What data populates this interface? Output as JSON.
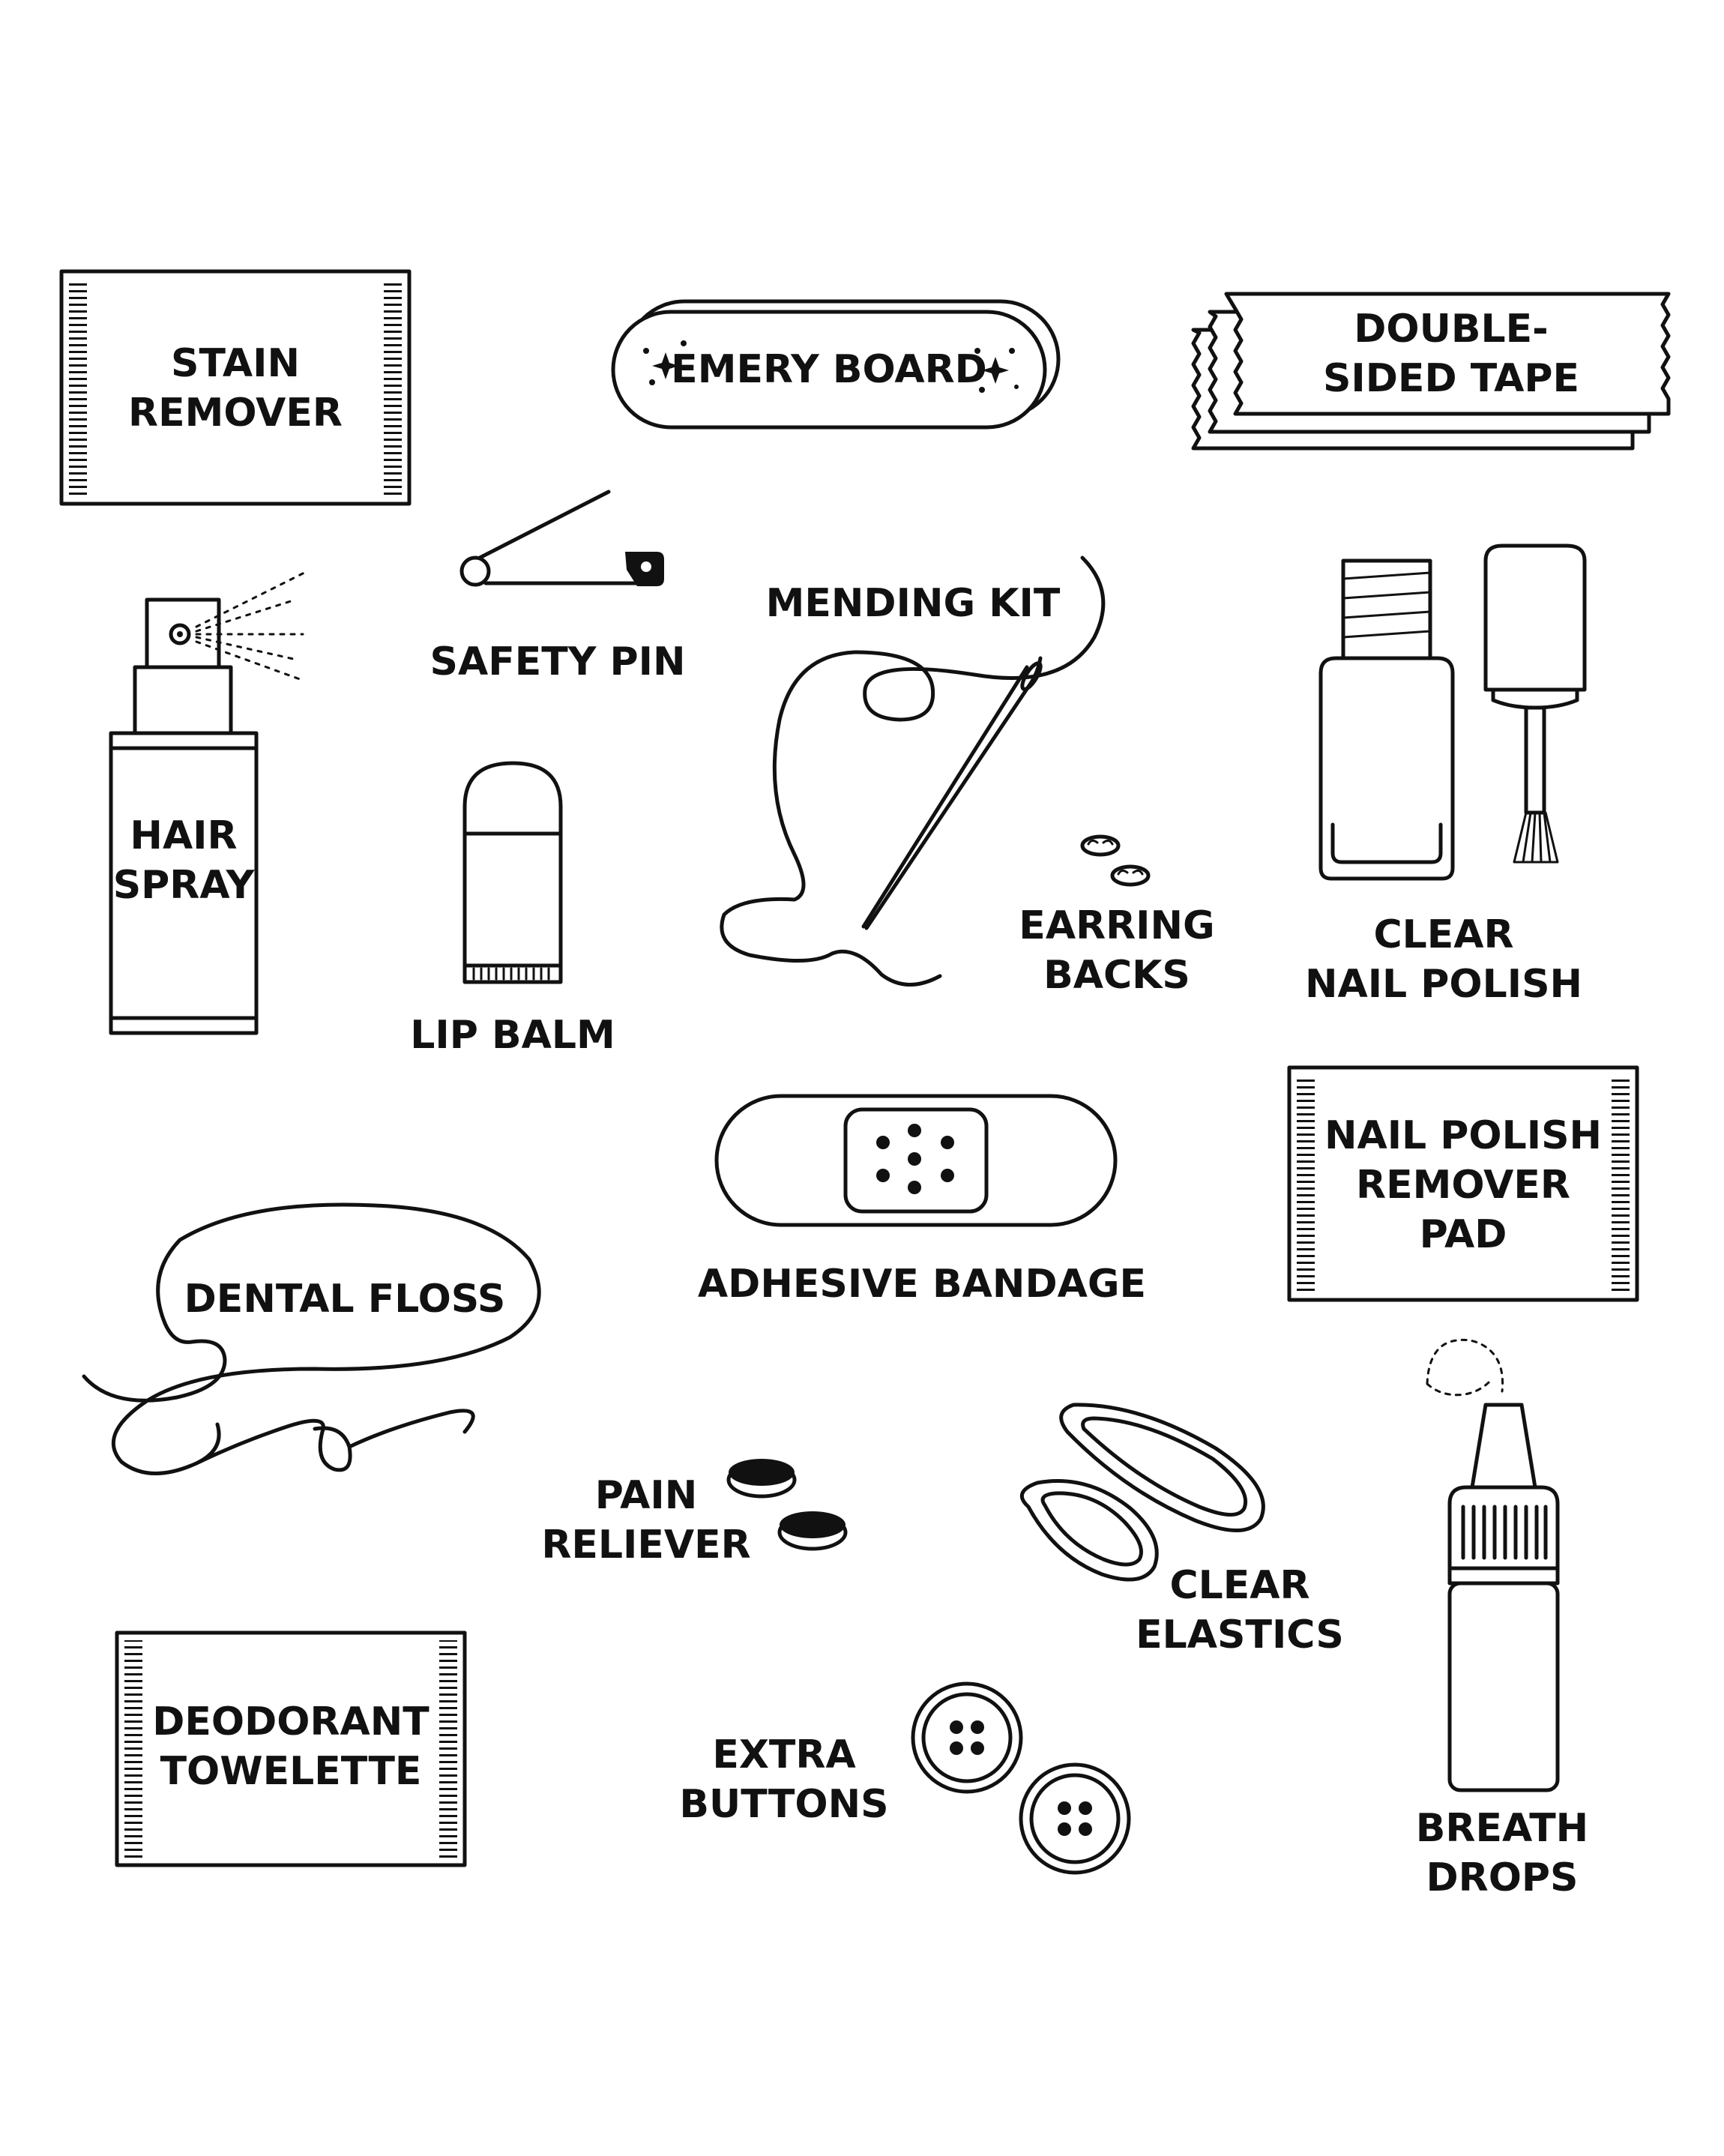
{
  "items": {
    "stain_remover": [
      "STAIN",
      "REMOVER"
    ],
    "emery_board": "EMERY BOARD",
    "double_sided_tape": [
      "DOUBLE-",
      "SIDED TAPE"
    ],
    "safety_pin": "SAFETY PIN",
    "mending_kit": "MENDING KIT",
    "hair_spray": [
      "HAIR",
      "SPRAY"
    ],
    "lip_balm": "LIP BALM",
    "earring_backs": [
      "EARRING",
      "BACKS"
    ],
    "clear_nail_polish": [
      "CLEAR",
      "NAIL POLISH"
    ],
    "adhesive_bandage": "ADHESIVE BANDAGE",
    "nail_polish_remover_pad": [
      "NAIL POLISH",
      "REMOVER",
      "PAD"
    ],
    "dental_floss": "DENTAL FLOSS",
    "pain_reliever": [
      "PAIN",
      "RELIEVER"
    ],
    "clear_elastics": [
      "CLEAR",
      "ELASTICS"
    ],
    "deodorant_towelette": [
      "DEODORANT",
      "TOWELETTE"
    ],
    "extra_buttons": [
      "EXTRA",
      "BUTTONS"
    ],
    "breath_drops": [
      "BREATH",
      "DROPS"
    ]
  },
  "colors": {
    "ink": "#111111",
    "background": "#ffffff"
  }
}
